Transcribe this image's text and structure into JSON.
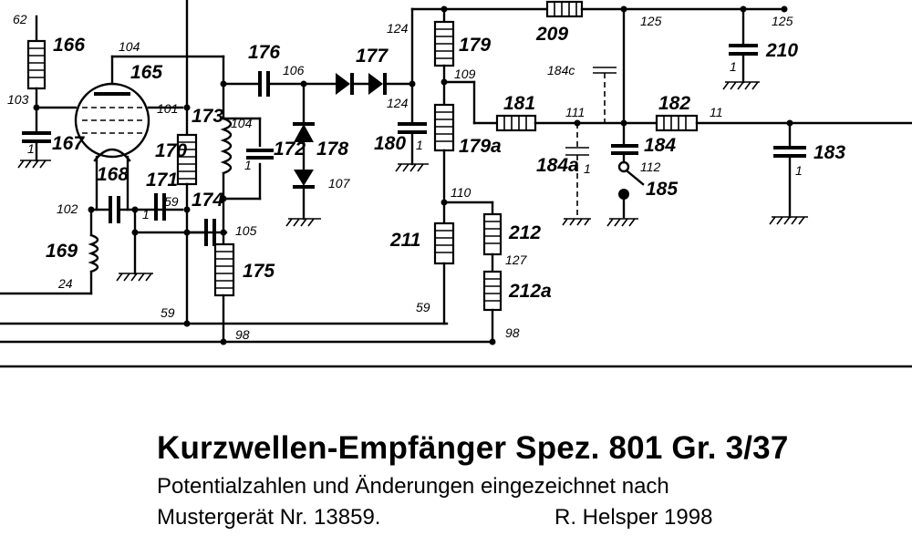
{
  "caption": {
    "title": "Kurzwellen-Empfänger Spez. 801 Gr. 3/37",
    "line1": "Potentialzahlen und Änderungen eingezeichnet nach",
    "line2_left": "Mustergerät Nr. 13859.",
    "line2_right": "R. Helsper 1998"
  },
  "components": {
    "c166": "166",
    "c165": "165",
    "c167": "167",
    "c168": "168",
    "c169": "169",
    "c170": "170",
    "c171": "171",
    "c173": "173",
    "c172": "172",
    "c174": "174",
    "c175": "175",
    "c176": "176",
    "c177": "177",
    "c178": "178",
    "c179": "179",
    "c179a": "179a",
    "c180": "180",
    "c181": "181",
    "c182": "182",
    "c183": "183",
    "c184": "184",
    "c184a": "184a",
    "c185": "185",
    "c209": "209",
    "c210": "210",
    "c211": "211",
    "c212": "212",
    "c212a": "212a",
    "c184c": "184c"
  },
  "potentials": {
    "p62": "62",
    "p104a": "104",
    "p103": "103",
    "p101": "101",
    "p104b": "104",
    "p106": "106",
    "p124a": "124",
    "p124b": "124",
    "p109": "109",
    "p125a": "125",
    "p125b": "125",
    "p111a": "111",
    "p11": "11",
    "p112": "112",
    "p107": "107",
    "p102": "102",
    "p105": "105",
    "p110": "110",
    "p127": "127",
    "p24": "24",
    "p59a": "59",
    "p59b": "59",
    "p59c": "59",
    "p98a": "98",
    "p98b": "98",
    "one_a": "1",
    "one_b": "1",
    "one_c": "1",
    "one_d": "1",
    "one_e": "1",
    "one_f": "1",
    "one_g": "1"
  }
}
